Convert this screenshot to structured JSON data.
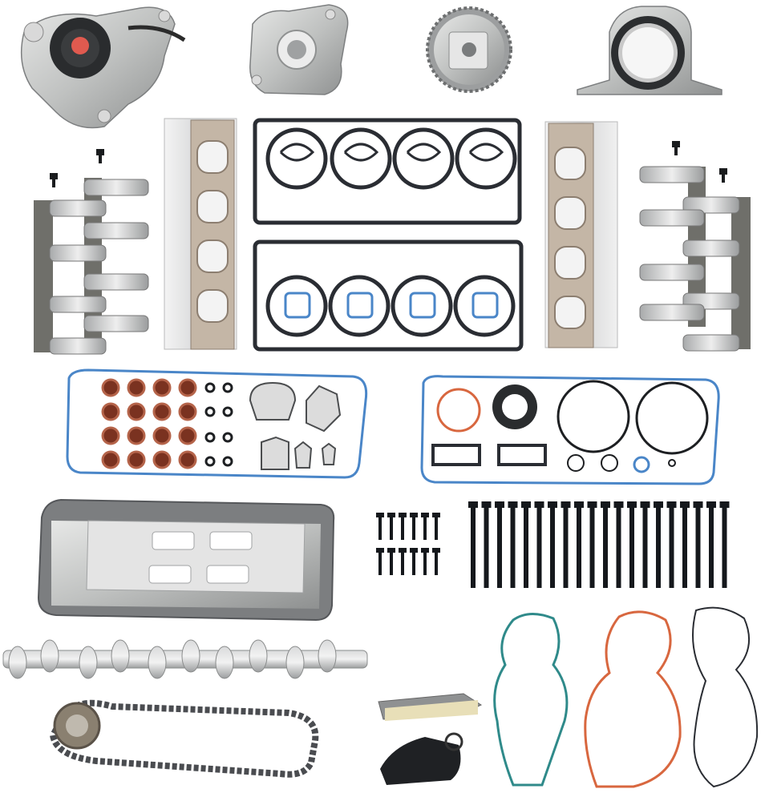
{
  "colors": {
    "background": "#ffffff",
    "metal": "#c8c9c8",
    "metal_dark": "#8a8c8c",
    "gasket_black": "#2a2d33",
    "gasket_blue": "#4a86c8",
    "seal_brown": "#8a3a24",
    "orange_gasket": "#d8673f",
    "teal_gasket": "#2f8a8a",
    "bolt": "#15181c",
    "chain": "#4a4c50",
    "guide_tan": "#e8dfb8"
  },
  "parts": [
    {
      "name": "water-pump",
      "count": 1
    },
    {
      "name": "oil-pump",
      "count": 1
    },
    {
      "name": "cam-phaser",
      "count": 1
    },
    {
      "name": "rear-main-seal",
      "count": 1
    },
    {
      "name": "lifter-guide",
      "count": 2
    },
    {
      "name": "exhaust-manifold-gasket",
      "count": 2
    },
    {
      "name": "head-gasket",
      "count": 2
    },
    {
      "name": "valve-cover-gasket",
      "count": 2
    },
    {
      "name": "valve-stem-seal",
      "count": 16
    },
    {
      "name": "oil-pan-gasket",
      "count": 1
    },
    {
      "name": "short-bolt",
      "count": 12
    },
    {
      "name": "head-bolt",
      "count": 20
    },
    {
      "name": "camshaft",
      "count": 1
    },
    {
      "name": "timing-chain",
      "count": 1
    },
    {
      "name": "chain-tensioner",
      "count": 1
    },
    {
      "name": "timing-cover-gasket",
      "count": 3
    }
  ]
}
